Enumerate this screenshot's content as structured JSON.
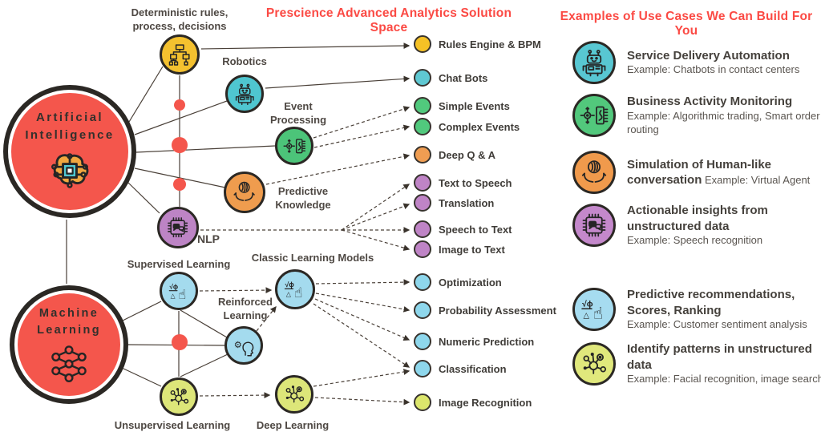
{
  "titles": {
    "solution_space": "Prescience Advanced Analytics Solution Space",
    "use_cases": "Examples of Use Cases We Can Build For You"
  },
  "colors": {
    "accent_red": "#fb4a44",
    "circle_red": "#f4564c",
    "outline_dark": "#2b2824",
    "yellow": "#f4c12f",
    "teal": "#4fc6d0",
    "green": "#4cc479",
    "orange": "#ef9c4e",
    "purple": "#bd84c5",
    "light_blue": "#a4dbee",
    "solution_blue": "#8ed7ec",
    "yellow_green": "#dde679"
  },
  "main_nodes": [
    {
      "label": "Artificial Intelligence"
    },
    {
      "label": "Machine Learning"
    }
  ],
  "nodes": [
    {
      "label": "Deterministic rules, process, decisions",
      "color": "#f4c12f",
      "icon": "hierarchy"
    },
    {
      "label": "Robotics",
      "color": "#4fc6d0",
      "icon": "robot"
    },
    {
      "label": "Event Processing",
      "color": "#4cc479",
      "icon": "event"
    },
    {
      "label": "Predictive Knowledge",
      "color": "#ef9c4e",
      "icon": "brain-hands"
    },
    {
      "label": "NLP",
      "color": "#bd84c5",
      "icon": "chip-chat"
    },
    {
      "label": "Supervised Learning",
      "color": "#a4dbee",
      "icon": "formula-hand"
    },
    {
      "label": "Classic Learning Models",
      "color": "#a4dbee",
      "icon": "formula-hand"
    },
    {
      "label": "Reinforced Learning",
      "color": "#a4dbee",
      "icon": "gear-head"
    },
    {
      "label": "Unsupervised Learning",
      "color": "#dde679",
      "icon": "molecule"
    },
    {
      "label": "Deep Learning",
      "color": "#dde679",
      "icon": "molecule"
    }
  ],
  "solutions": [
    {
      "label": "Rules Engine & BPM",
      "color": "#f5c125"
    },
    {
      "label": "Chat Bots",
      "color": "#5fc8d2"
    },
    {
      "label": "Simple Events",
      "color": "#51c97d"
    },
    {
      "label": "Complex Events",
      "color": "#51c97d"
    },
    {
      "label": "Deep Q & A",
      "color": "#ef9d52"
    },
    {
      "label": "Text to Speech",
      "color": "#bf84c6"
    },
    {
      "label": "Translation",
      "color": "#bf84c6"
    },
    {
      "label": "Speech to Text",
      "color": "#bf84c6"
    },
    {
      "label": "Image to Text",
      "color": "#bf84c6"
    },
    {
      "label": "Optimization",
      "color": "#8ed7ec"
    },
    {
      "label": "Probability Assessment",
      "color": "#8ed7ec"
    },
    {
      "label": "Numeric Prediction",
      "color": "#8ed7ec"
    },
    {
      "label": "Classification",
      "color": "#8ed7ec"
    },
    {
      "label": "Image Recognition",
      "color": "#dce66c"
    }
  ],
  "use_cases": [
    {
      "title": "Service Delivery Automation",
      "example": "Example: Chatbots in contact centers",
      "color": "#58c7d2",
      "icon": "robot"
    },
    {
      "title": "Business Activity Monitoring",
      "example": "Example: Algorithmic trading, Smart order routing",
      "color": "#52c87c",
      "icon": "event"
    },
    {
      "title": "Simulation of Human-like conversation",
      "example": "Example: Virtual Agent",
      "color": "#f09a4c",
      "icon": "brain-hands"
    },
    {
      "title": "Actionable insights from unstructured data",
      "example": "Example: Speech recognition",
      "color": "#c488cb",
      "icon": "chip-chat"
    },
    {
      "title": "Predictive recommendations, Scores, Ranking",
      "example": "Example: Customer sentiment analysis",
      "color": "#a6dcf0",
      "icon": "formula-hand"
    },
    {
      "title": "Identify patterns in unstructured data",
      "example": "Example: Facial recognition, image search",
      "color": "#e0e87c",
      "icon": "molecule"
    }
  ]
}
